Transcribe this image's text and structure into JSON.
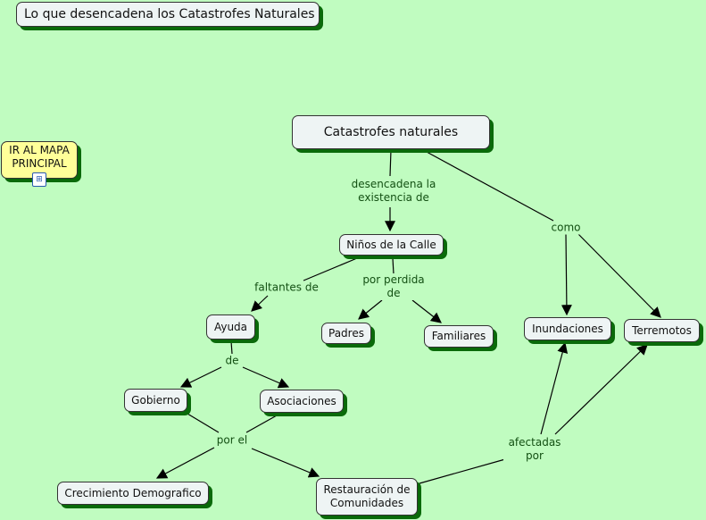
{
  "title": "Lo que desencadena los Catastrofes Naturales",
  "nav_button": {
    "label": "IR AL MAPA PRINCIPAL",
    "icon": "concept-map-icon"
  },
  "concepts": {
    "catastrofes": "Catastrofes naturales",
    "ninos": "Niños de la Calle",
    "ayuda": "Ayuda",
    "padres": "Padres",
    "familiares": "Familiares",
    "inundaciones": "Inundaciones",
    "terremotos": "Terremotos",
    "gobierno": "Gobierno",
    "asociaciones": "Asociaciones",
    "crecimiento": "Crecimiento Demografico",
    "restauracion": "Restauración de Comunidades"
  },
  "links": {
    "desencadena": "desencadena la existencia de",
    "como": "como",
    "faltantes": "faltantes de",
    "perdida": "por perdida de",
    "de": "de",
    "porel": "por el",
    "afectadas": "afectadas por"
  },
  "colors": {
    "background": "#c0fcc0",
    "node": "#eef4f4",
    "shadow": "#0a6a0a",
    "link_text": "#135013",
    "nav": "#ffff99"
  }
}
